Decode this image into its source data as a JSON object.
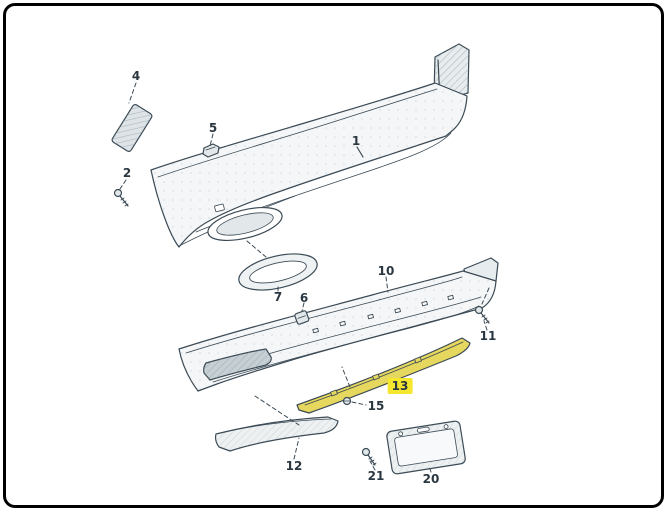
{
  "labels": {
    "part1": "1",
    "part2": "2",
    "part4": "4",
    "part5": "5",
    "part6": "6",
    "part7": "7",
    "part10": "10",
    "part11": "11",
    "part12": "12",
    "part13": "13",
    "part15": "15",
    "part20": "20",
    "part21": "21"
  },
  "highlight": {
    "label": "13",
    "color": "#f5e62e"
  },
  "colors": {
    "line": "#3b4a55",
    "border": "#000000",
    "background": "#ffffff",
    "part13_fill": "#e6d75e"
  }
}
